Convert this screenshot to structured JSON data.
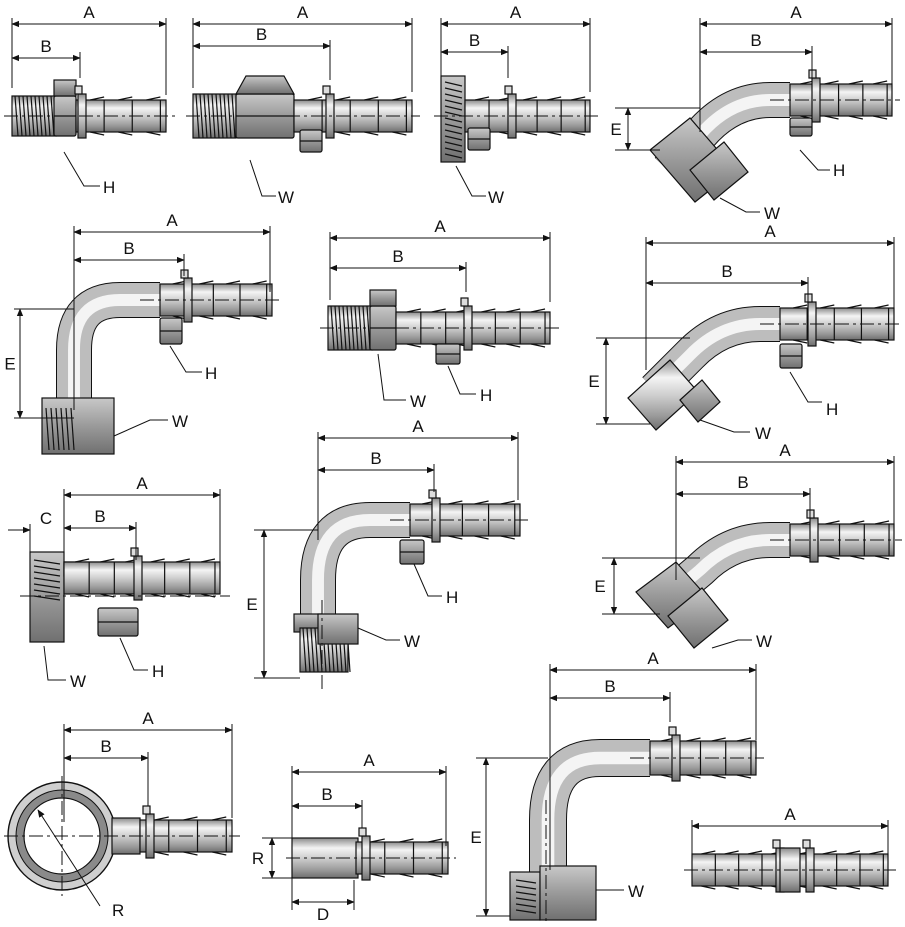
{
  "dimension_letters": {
    "overall_length": "A",
    "insertion_length": "B",
    "collar_offset": "C",
    "diameter_short": "D",
    "drop_length": "E",
    "radius": "R",
    "hex_wrench": "W",
    "hex_socket": "H"
  },
  "colors": {
    "line": "#111111",
    "metal_light": "#f2f2f2",
    "metal_dark": "#7a7a7a",
    "hex": "#9a9a9a"
  },
  "figures": [
    {
      "id": "straight-male-pipe",
      "callouts": [
        "A",
        "B",
        "H"
      ]
    },
    {
      "id": "straight-male-swivel",
      "callouts": [
        "A",
        "B",
        "W"
      ]
    },
    {
      "id": "straight-female-swivel",
      "callouts": [
        "A",
        "B",
        "W"
      ]
    },
    {
      "id": "elbow-45-female",
      "callouts": [
        "A",
        "B",
        "E",
        "H",
        "W"
      ]
    },
    {
      "id": "elbow-90-female",
      "callouts": [
        "A",
        "B",
        "E",
        "H",
        "W"
      ]
    },
    {
      "id": "straight-male-flare",
      "callouts": [
        "A",
        "B",
        "W",
        "H"
      ]
    },
    {
      "id": "elbow-45-male-flare",
      "callouts": [
        "A",
        "B",
        "E",
        "H",
        "W"
      ]
    },
    {
      "id": "straight-female-collar",
      "callouts": [
        "A",
        "B",
        "C",
        "W",
        "H"
      ]
    },
    {
      "id": "elbow-90-male",
      "callouts": [
        "A",
        "B",
        "E",
        "H",
        "W"
      ]
    },
    {
      "id": "elbow-45-female-oring",
      "callouts": [
        "A",
        "B",
        "E",
        "W"
      ]
    },
    {
      "id": "banjo",
      "callouts": [
        "A",
        "B",
        "R"
      ]
    },
    {
      "id": "standpipe",
      "callouts": [
        "A",
        "B",
        "R",
        "D"
      ]
    },
    {
      "id": "elbow-90-female-long",
      "callouts": [
        "A",
        "B",
        "E",
        "W"
      ]
    },
    {
      "id": "double-hose-mender",
      "callouts": [
        "A"
      ]
    }
  ]
}
